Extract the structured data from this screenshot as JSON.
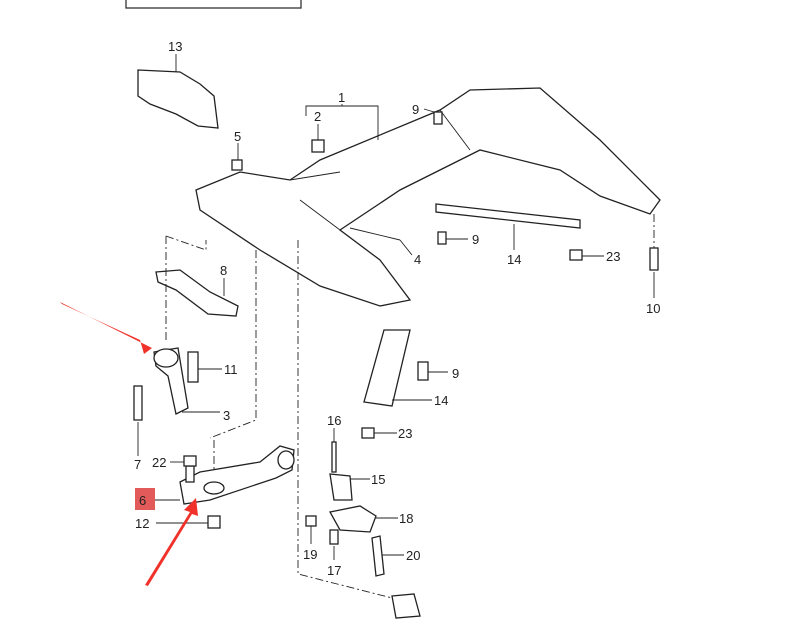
{
  "diagram": {
    "highlighted_part": "6",
    "highlight_color": "#e25a5a",
    "arrow_color": "#f0322a",
    "callouts": {
      "c13": "13",
      "c1": "1",
      "c2": "2",
      "c9a": "9",
      "c5": "5",
      "c9b": "9",
      "c4": "4",
      "c14a": "14",
      "c23a": "23",
      "c10": "10",
      "c8": "8",
      "c11": "11",
      "c9c": "9",
      "c3": "3",
      "c14b": "14",
      "c7": "7",
      "c22": "22",
      "c16": "16",
      "c23b": "23",
      "c15": "15",
      "c6": "6",
      "c18": "18",
      "c12": "12",
      "c19": "19",
      "c20": "20",
      "c17": "17"
    }
  }
}
